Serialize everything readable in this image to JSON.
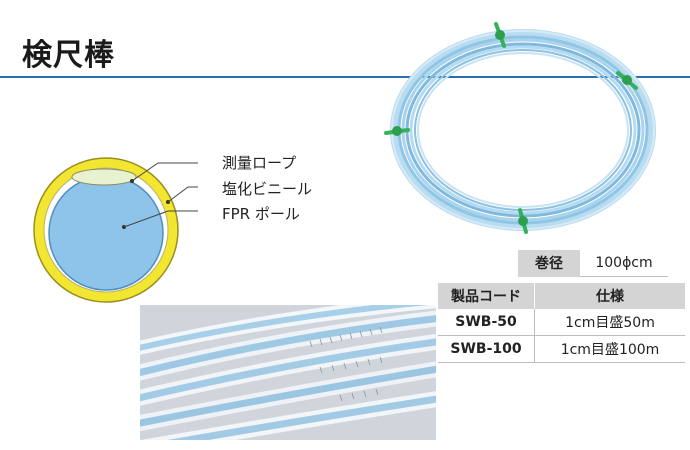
{
  "title": "検尺棒",
  "diagram": {
    "labels": [
      "測量ロープ",
      "塩化ビニール",
      "FPR ポール"
    ]
  },
  "roll": {
    "header": "巻径",
    "value": "100ϕcm"
  },
  "spec_table": {
    "headers": [
      "製品コード",
      "仕様"
    ],
    "rows": [
      {
        "code": "SWB-50",
        "spec": "1cm目盛",
        "length": "50m"
      },
      {
        "code": "SWB-100",
        "spec": "1cm目盛",
        "length": "100m"
      }
    ]
  },
  "colors": {
    "rule": "#2a6fae",
    "jacket": "#f2e630",
    "pole": "#8fc4ea",
    "header_bg": "#d4d4d4"
  }
}
